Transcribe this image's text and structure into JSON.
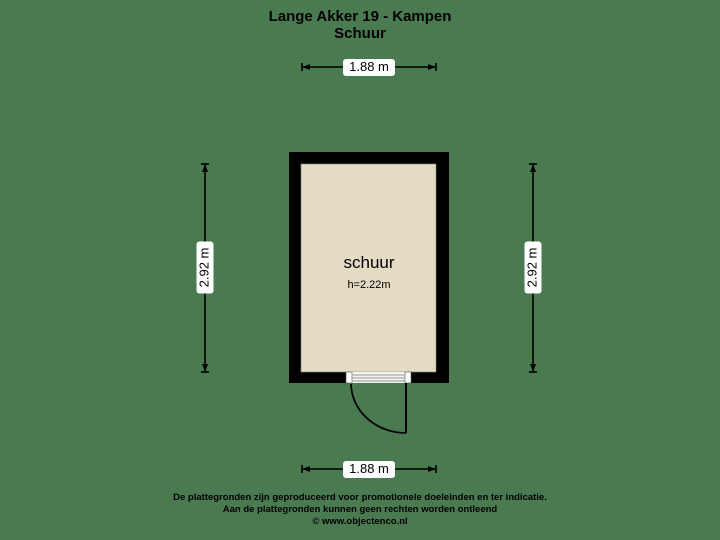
{
  "header": {
    "title": "Lange Akker 19 - Kampen",
    "subtitle": "Schuur"
  },
  "colors": {
    "background": "#4a7a4f",
    "floor": "#e3dbc4",
    "wall": "#000000",
    "label_bg": "#ffffff"
  },
  "dimensions": {
    "top": "1.88 m",
    "bottom": "1.88 m",
    "left": "2.92 m",
    "right": "2.92 m"
  },
  "room": {
    "name": "schuur",
    "height": "h=2.22m"
  },
  "footer": {
    "line1": "De plattegronden zijn geproduceerd voor promotionele doeleinden en ter indicatie.",
    "line2": "Aan de plattegronden kunnen geen rechten worden ontleend",
    "line3": "© www.objectenco.nl"
  }
}
